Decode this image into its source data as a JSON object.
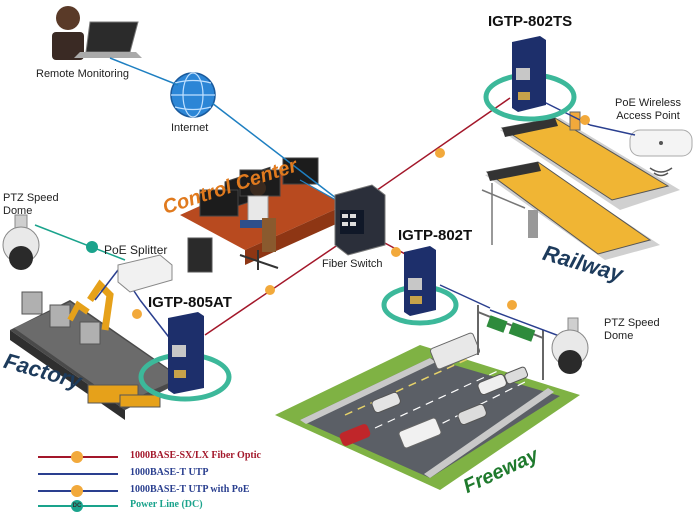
{
  "nodes": {
    "remote_monitoring": "Remote Monitoring",
    "internet": "Internet",
    "control_center": "Control Center",
    "fiber_switch": "Fiber Switch",
    "igtp_802ts": "IGTP-802TS",
    "igtp_802t": "IGTP-802T",
    "igtp_805at": "IGTP-805AT",
    "poe_splitter": "PoE Splitter",
    "ptz_left": "PTZ Speed\nDome",
    "ptz_right": "PTZ Speed\nDome",
    "poe_ap": "PoE Wireless\nAccess Point",
    "railway": "Railway",
    "factory": "Factory",
    "freeway": "Freeway"
  },
  "legend": [
    {
      "label": "1000BASE-SX/LX Fiber Optic",
      "line_color": "#a3172a",
      "marker_color": "#f2a93b",
      "marker_text": ""
    },
    {
      "label": "1000BASE-T UTP",
      "line_color": "#2a3f8f",
      "marker_color": "",
      "marker_text": ""
    },
    {
      "label": "1000BASE-T UTP with PoE",
      "line_color": "#2a3f8f",
      "marker_color": "#f2a93b",
      "marker_text": ""
    },
    {
      "label": "Power Line (DC)",
      "line_color": "#1aa38c",
      "marker_color": "#1aa38c",
      "marker_text": "DC"
    }
  ],
  "colors": {
    "fiber": "#a3172a",
    "utp": "#2a3f8f",
    "internet_link": "#1e7fc1",
    "power_dc": "#1aa38c",
    "ring": "#3cb89a",
    "switch_body": "#1d2f6b",
    "poe_marker": "#f2a93b"
  }
}
